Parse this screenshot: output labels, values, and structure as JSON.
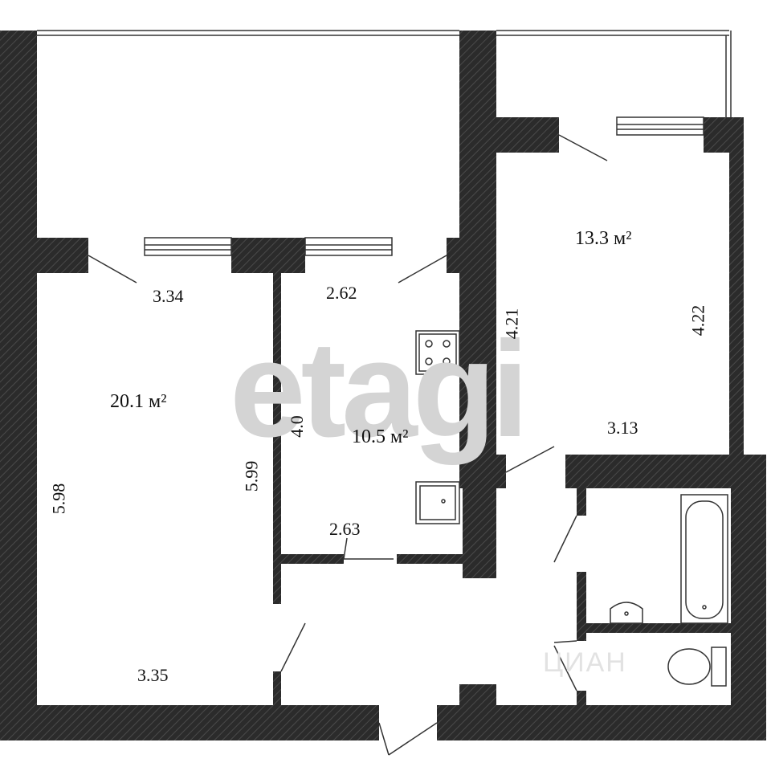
{
  "watermark": {
    "main": "etagi",
    "secondary": "ЦИАН"
  },
  "rooms": {
    "living_room": {
      "area": "20.1 м²",
      "width_top": "3.34",
      "width_bottom": "3.35",
      "height_left": "5.98",
      "height_right": "5.99"
    },
    "kitchen": {
      "area": "10.5 м²",
      "width_top": "2.62",
      "width_bottom": "2.63",
      "height": "4.0"
    },
    "bedroom": {
      "area": "13.3 м²",
      "height_left": "4.21",
      "height_right": "4.22",
      "width": "3.13"
    }
  },
  "colors": {
    "wall": "#2b2b2b",
    "wall_hatch": "#4a4a4a",
    "line": "#333333",
    "watermark": "#d4d4d4"
  },
  "icons": [
    "stove-icon",
    "sink-icon",
    "bathtub-icon",
    "washbasin-icon",
    "toilet-icon"
  ]
}
